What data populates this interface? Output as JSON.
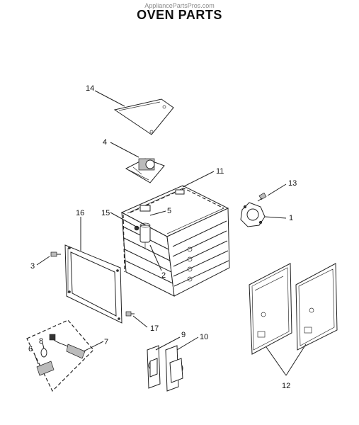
{
  "header": {
    "watermark": "AppliancePartsPros.com",
    "title": "OVEN PARTS"
  },
  "callouts": {
    "c1": "1",
    "c2": "2",
    "c3": "3",
    "c4": "4",
    "c5": "5",
    "c6": "6",
    "c7": "7",
    "c8": "8",
    "c9": "9",
    "c10": "10",
    "c11": "11",
    "c12": "12",
    "c13": "13",
    "c14": "14",
    "c15": "15",
    "c16": "16",
    "c17": "17"
  }
}
